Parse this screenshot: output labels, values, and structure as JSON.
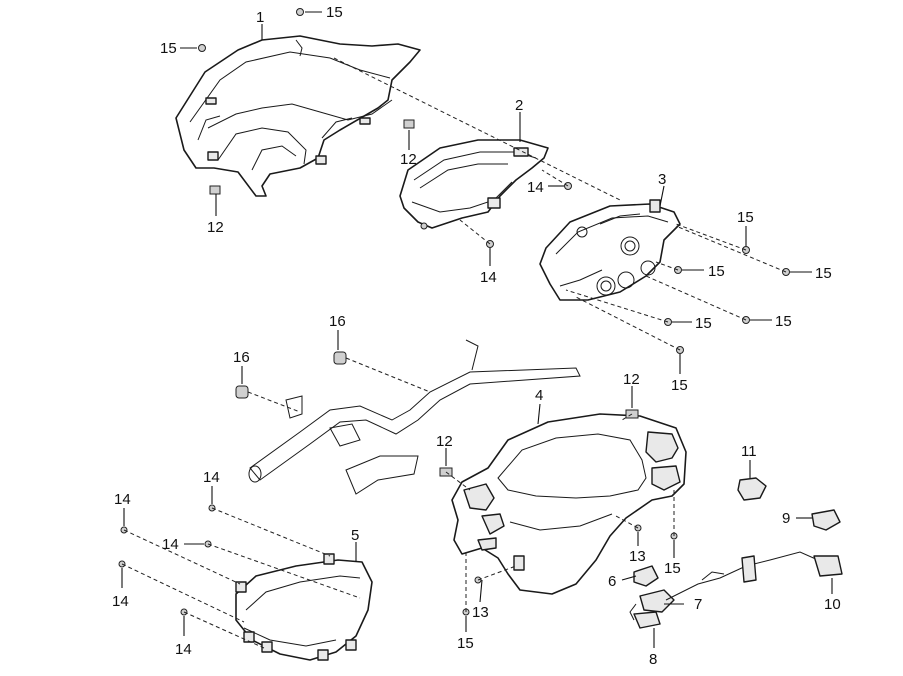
{
  "labels": {
    "l1": "1",
    "l2": "2",
    "l3": "3",
    "l4": "4",
    "l5": "5",
    "l6": "6",
    "l7": "7",
    "l8": "8",
    "l9": "9",
    "l10": "10",
    "l11": "11",
    "l12a": "12",
    "l12b": "12",
    "l12c": "12",
    "l12d": "12",
    "l13a": "13",
    "l13b": "13",
    "l14a": "14",
    "l14b": "14",
    "l14c": "14",
    "l14d": "14",
    "l14e": "14",
    "l14f": "14",
    "l14g": "14",
    "l15a": "15",
    "l15b": "15",
    "l15c": "15",
    "l15d": "15",
    "l15e": "15",
    "l15f": "15",
    "l15g": "15",
    "l15h": "15",
    "l15i": "15",
    "l15j": "15",
    "l16a": "16",
    "l16b": "16"
  }
}
